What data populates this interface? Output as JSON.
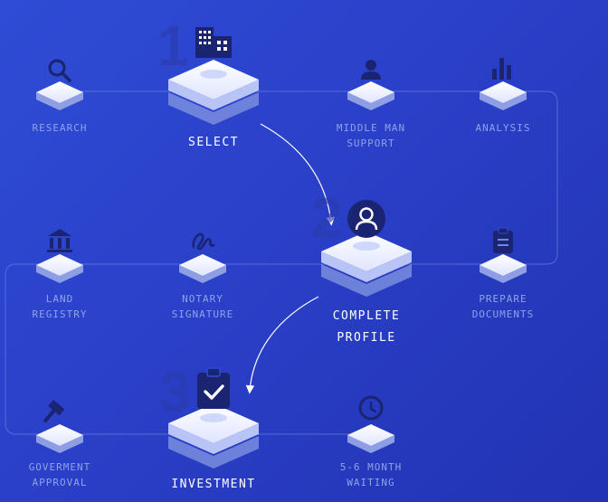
{
  "steps": {
    "research": {
      "label": "RESEARCH",
      "icon": "search-icon"
    },
    "select": {
      "number": "1",
      "label": "SELECT",
      "icon": "building-icon"
    },
    "middle_man": {
      "label": "MIDDLE MAN\nSUPPORT",
      "icon": "person-icon"
    },
    "analysis": {
      "label": "ANALYSIS",
      "icon": "bar-chart-icon"
    },
    "land_registry": {
      "label": "LAND\nREGISTRY",
      "icon": "bank-icon"
    },
    "notary": {
      "label": "NOTARY\nSIGNATURE",
      "icon": "signature-icon"
    },
    "complete_profile": {
      "number": "2",
      "label": "COMPLETE\nPROFILE",
      "icon": "user-circle-icon"
    },
    "prepare_docs": {
      "label": "PREPARE\nDOCUMENTS",
      "icon": "clipboard-icon"
    },
    "goverment": {
      "label": "GOVERMENT\nAPPROVAL",
      "icon": "gavel-icon"
    },
    "investment": {
      "number": "3",
      "label": "INVESTMENT",
      "icon": "clipboard-check-icon"
    },
    "waiting": {
      "label": "5-6 MONTH\nWAITING",
      "icon": "clock-icon"
    }
  },
  "colors": {
    "background_start": "#2f4cd6",
    "background_end": "#2233b3",
    "tile_top": "#eef2ff",
    "icon_dark": "#1a2470",
    "label_muted": "#8fa2e8",
    "label_main": "#ffffff"
  }
}
